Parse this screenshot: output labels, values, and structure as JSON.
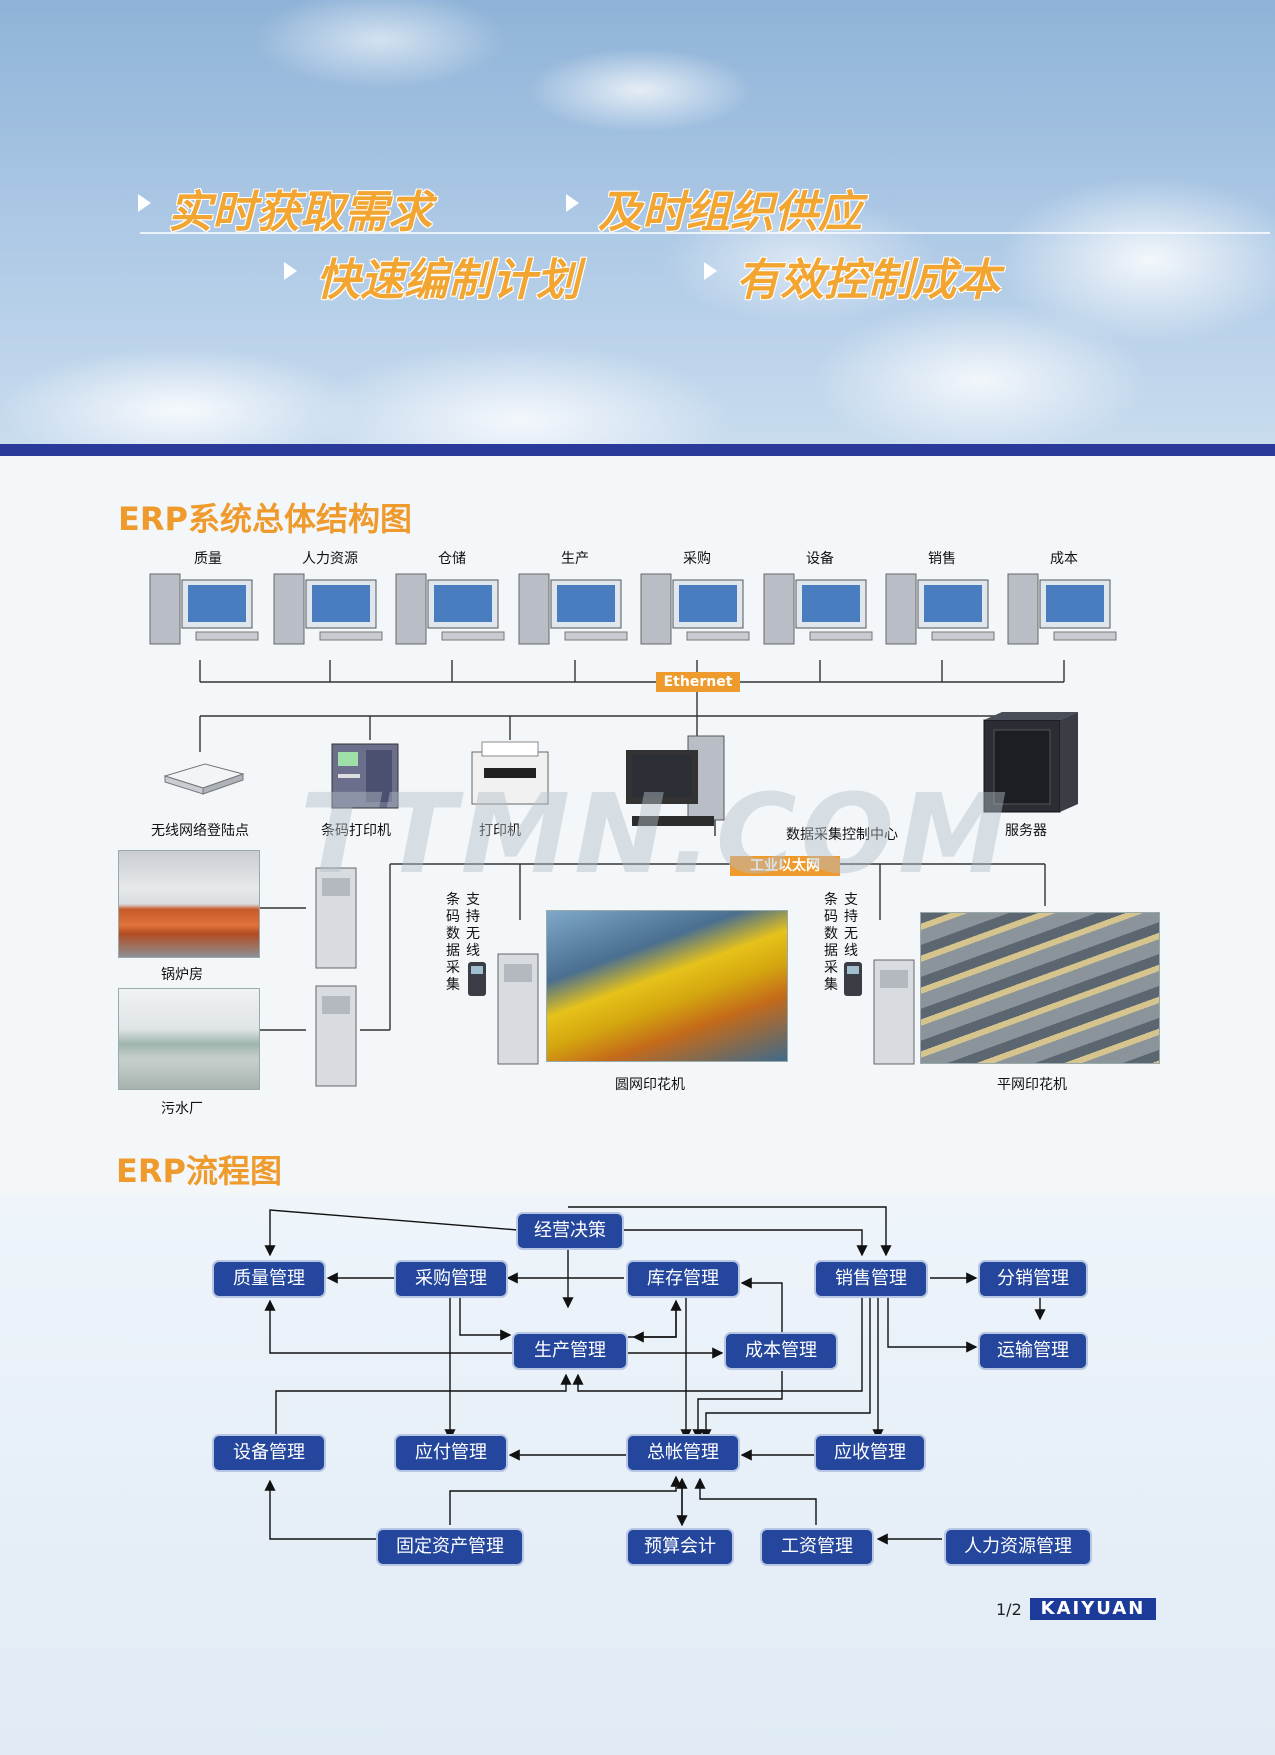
{
  "slogans": [
    "实时获取需求",
    "及时组织供应",
    "快速编制计划",
    "有效控制成本"
  ],
  "structure": {
    "title": "ERP系统总体结构图",
    "workstations": [
      "质量",
      "人力资源",
      "仓储",
      "生产",
      "采购",
      "设备",
      "销售",
      "成本"
    ],
    "ethernet_label": "Ethernet",
    "devices": {
      "wireless": "无线网络登陆点",
      "barcode_printer": "条码打印机",
      "printer": "打印机",
      "collection_center": "数据采集控制中心",
      "server": "服务器"
    },
    "industrial_label": "工业以太网",
    "barcode_note": [
      "支持无线",
      "条码数据采集"
    ],
    "photos": {
      "boiler": "锅炉房",
      "sewage": "污水厂",
      "rotary": "圆网印花机",
      "flatbed": "平网印花机"
    }
  },
  "flow": {
    "title": "ERP流程图",
    "nodes": {
      "decision": "经营决策",
      "quality": "质量管理",
      "purchase": "采购管理",
      "inventory": "库存管理",
      "sales": "销售管理",
      "distribution": "分销管理",
      "production": "生产管理",
      "cost": "成本管理",
      "transport": "运输管理",
      "equipment": "设备管理",
      "payable": "应付管理",
      "ledger": "总帐管理",
      "receivable": "应收管理",
      "fixed_assets": "固定资产管理",
      "budget": "预算会计",
      "payroll": "工资管理",
      "hr": "人力资源管理"
    }
  },
  "watermark": "TTMN.COM",
  "footer": {
    "page": "1/2",
    "brand": "KAIYUAN"
  },
  "colors": {
    "accent": "#ee9a2c",
    "node": "#24469c",
    "band": "#2a3a9a"
  }
}
